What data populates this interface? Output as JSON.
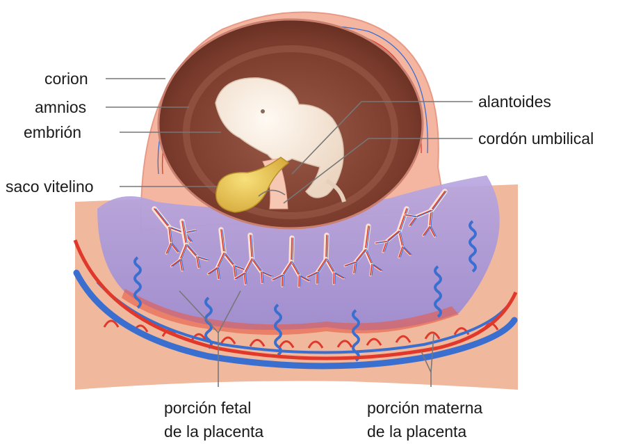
{
  "labels": {
    "corion": "corion",
    "amnios": "amnios",
    "embrion": "embrión",
    "saco_vitelino": "saco vitelino",
    "alantoides": "alantoides",
    "cordon_umbilical": "cordón umbilical",
    "porcion_fetal": [
      "porción fetal",
      "de la placenta"
    ],
    "porcion_materna": [
      "porción materna",
      "de la placenta"
    ]
  },
  "colors": {
    "maternal_tissue": "#f0b89c",
    "chorion": "#f4b6a0",
    "amniotic_cavity": "#7a3b2c",
    "embryo": "#f7ebe0",
    "yolk_sac": "#e6c05a",
    "intervillous_space": "#a99ad8",
    "artery": "#e0382a",
    "vein": "#3a6fd0"
  }
}
